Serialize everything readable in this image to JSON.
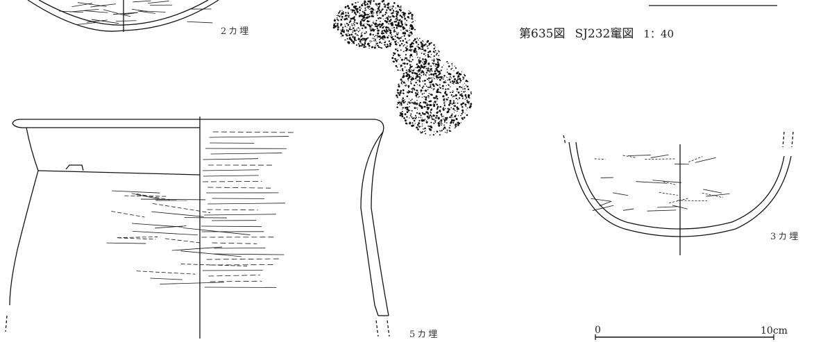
{
  "figure": {
    "number": "第635図",
    "subject": "SJ232竃図",
    "scale": "1：40"
  },
  "labels": {
    "pot_2": "2カ埋",
    "pot_3": "3カ埋",
    "pot_5": "5カ埋"
  },
  "scale_bar": {
    "start": "0",
    "end": "10cm"
  }
}
